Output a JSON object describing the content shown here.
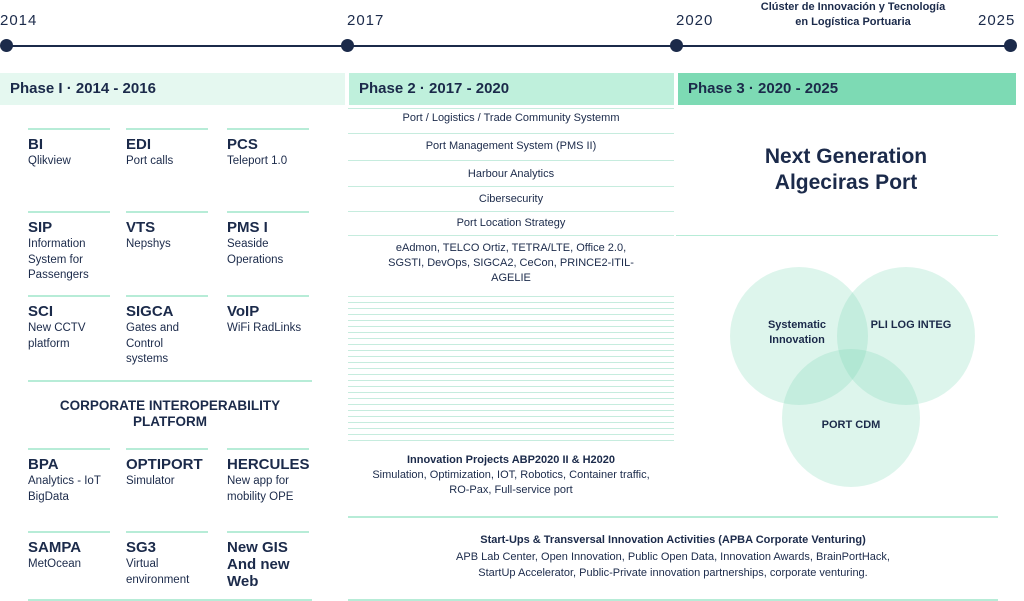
{
  "timeline": {
    "years": [
      "2014",
      "2017",
      "2020",
      "2025"
    ],
    "cluster_line1": "Clúster de Innovación y Tecnología",
    "cluster_line2": "en Logística Portuaria"
  },
  "phases": [
    {
      "label": "Phase I  · 2014 - 2016"
    },
    {
      "label": "Phase 2  ·  2017 - 2020"
    },
    {
      "label": "Phase 3  ·  2020 - 2025"
    }
  ],
  "phase1": {
    "items": [
      {
        "title": "BI",
        "desc": "Qlikview"
      },
      {
        "title": "EDI",
        "desc": "Port calls"
      },
      {
        "title": "PCS",
        "desc": "Teleport 1.0"
      },
      {
        "title": "SIP",
        "desc": "Information System for Passengers"
      },
      {
        "title": "VTS",
        "desc": "Nepshys"
      },
      {
        "title": "PMS I",
        "desc": "Seaside Operations"
      },
      {
        "title": "SCI",
        "desc": "New CCTV platform"
      },
      {
        "title": "SIGCA",
        "desc": "Gates and Control systems"
      },
      {
        "title": "VoIP",
        "desc": "WiFi RadLinks"
      },
      {
        "title": "BPA",
        "desc": "Analytics - IoT BigData"
      },
      {
        "title": "OPTIPORT",
        "desc": "Simulator"
      },
      {
        "title": "HERCULES",
        "desc": "New app for mobility OPE"
      },
      {
        "title": "SAMPA",
        "desc": "MetOcean"
      },
      {
        "title": "SG3",
        "desc": "Virtual environment"
      },
      {
        "title": "New GIS And new Web",
        "desc": ""
      }
    ],
    "platform_title": "CORPORATE INTEROPERABILITY PLATFORM"
  },
  "phase2": {
    "rows": [
      "Port / Logistics / Trade Community Systemm",
      "Port Management System (PMS II)",
      "Harbour Analytics",
      "Cibersecurity",
      "Port Location Strategy"
    ],
    "eadmon": "eAdmon, TELCO Ortiz, TETRA/LTE, Office 2.0, SGSTI, DevOps, SIGCA2, CeCon, PRINCE2-ITIL-AGELIE",
    "innovation_title": "Innovation Projects ABP2020 II & H2020",
    "innovation_desc": "Simulation, Optimization, IOT, Robotics, Container traffic, RO-Pax, Full-service port"
  },
  "startups": {
    "title": "Start-Ups & Transversal Innovation Activities (APBA Corporate Venturing)",
    "line1": "APB Lab Center, Open Innovation, Public Open Data, Innovation Awards, BrainPortHack,",
    "line2": "StartUp Accelerator, Public-Private innovation partnerships, corporate venturing."
  },
  "phase3": {
    "title_line1": "Next Generation",
    "title_line2": "Algeciras Port",
    "venn": {
      "a": "Systematic Innovation",
      "b": "PLI LOG INTEG",
      "c": "PORT CDM"
    }
  },
  "colors": {
    "navy": "#1b2a4a",
    "phase1_bg": "#e5f8f0",
    "phase2_bg": "#bff0dc",
    "phase3_bg": "#7ddab4",
    "accent_line": "#b7ecd7"
  }
}
